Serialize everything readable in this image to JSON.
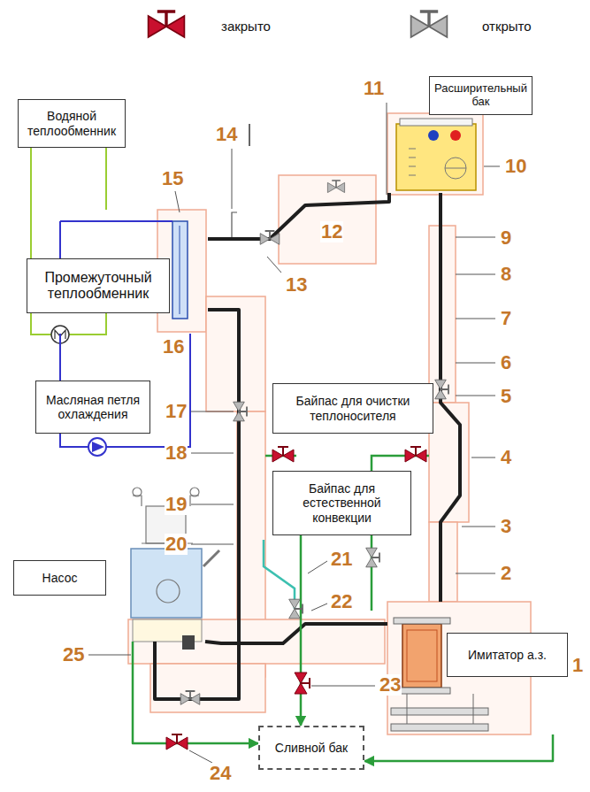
{
  "diagram": {
    "nodes": [
      {
        "text": [
          "Водяной теплообменник"
        ]
      },
      {
        "text": [
          "Промежуточный теплообменник"
        ]
      },
      {
        "text": [
          "Масляная петля охлаждения"
        ]
      },
      {
        "text": [
          "Байпас для очистки теплоносителя"
        ]
      },
      {
        "text": [
          "Байпас для естественной конвекции"
        ]
      },
      {
        "text": [
          "Насос"
        ]
      },
      {
        "text": [
          "Расширительный бак"
        ]
      },
      {
        "text": [
          "Имитатор а.з."
        ]
      },
      {
        "text": [
          "Сливной бак"
        ]
      }
    ],
    "edges": [
      {
        "from": 0,
        "to": 1,
        "arrow": "none"
      },
      {
        "from": 1,
        "to": 2,
        "arrow": "none"
      },
      {
        "from": 1,
        "to": 6,
        "arrow": "none"
      },
      {
        "from": 6,
        "to": 7,
        "arrow": "none"
      },
      {
        "from": 7,
        "to": 5,
        "arrow": "none"
      },
      {
        "from": 1,
        "to": 5,
        "arrow": "none"
      },
      {
        "from": 5,
        "to": 8,
        "arrow": "to"
      },
      {
        "from": 7,
        "to": 8,
        "arrow": "to"
      },
      {
        "from": 4,
        "to": 8,
        "arrow": "to"
      }
    ],
    "labels": [
      "1",
      "2",
      "3",
      "4",
      "5",
      "6",
      "7",
      "8",
      "9",
      "10",
      "11",
      "12",
      "13",
      "14",
      "15",
      "16",
      "17",
      "18",
      "19",
      "20",
      "21",
      "22",
      "23",
      "24",
      "25"
    ],
    "legend": [
      {
        "text": "закрыто"
      },
      {
        "text": "открыто"
      }
    ]
  }
}
